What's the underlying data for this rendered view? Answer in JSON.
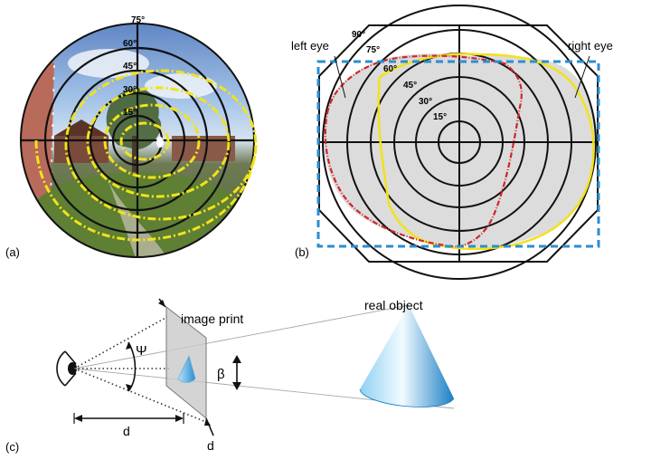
{
  "panels": {
    "a": {
      "label": "(a)",
      "angles": [
        "75°",
        "60°",
        "45°",
        "30°",
        "15°"
      ]
    },
    "b": {
      "label": "(b)",
      "angles": [
        "90°",
        "75°",
        "60°",
        "45°",
        "30°",
        "15°"
      ],
      "left_eye": "left eye",
      "right_eye": "right eye"
    },
    "c": {
      "label": "(c)",
      "image_print": "image print",
      "real_object": "real object",
      "psi": "Ψ",
      "beta": "β",
      "distance": "d",
      "thickness": "d"
    }
  },
  "colors": {
    "grid": "#111111",
    "yellow_contour": "#f2e21a",
    "red_contour": "#d0262a",
    "dashed_box": "#2b8ed0",
    "field_fill": "#dcdcdc",
    "sky": "#8fb6e0",
    "cone_light": "#d8eefb",
    "cone_dark": "#1f8ccc"
  }
}
